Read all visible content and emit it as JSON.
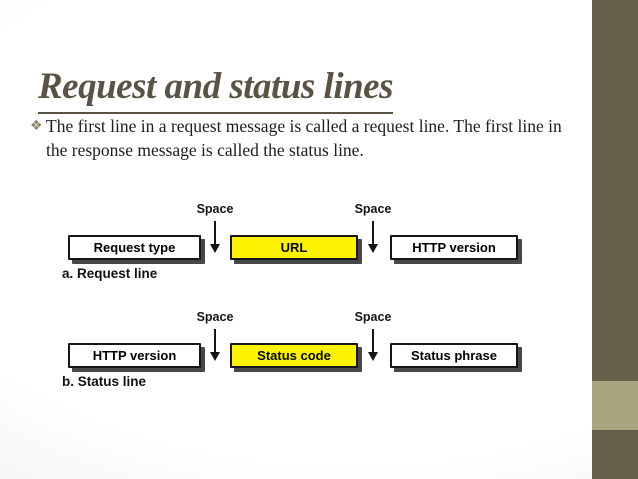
{
  "slide": {
    "title": "Request and status lines",
    "bullet": {
      "glyph": "❖",
      "text": "The first line in a request message is called a request line. The first line in the response message is called the status line."
    }
  },
  "diagram": {
    "rows": [
      {
        "caption": "a. Request line",
        "space_label": "Space",
        "boxes": [
          {
            "label": "Request type",
            "highlight": false
          },
          {
            "label": "URL",
            "highlight": true
          },
          {
            "label": "HTTP version",
            "highlight": false
          }
        ]
      },
      {
        "caption": "b. Status line",
        "space_label": "Space",
        "boxes": [
          {
            "label": "HTTP version",
            "highlight": false
          },
          {
            "label": "Status code",
            "highlight": true
          },
          {
            "label": "Status phrase",
            "highlight": false
          }
        ]
      }
    ]
  },
  "colors": {
    "sidebar_dark": "#665f48",
    "sidebar_light": "#a9a57d",
    "title_text": "#5a5243",
    "highlight_yellow": "#fdf300"
  }
}
